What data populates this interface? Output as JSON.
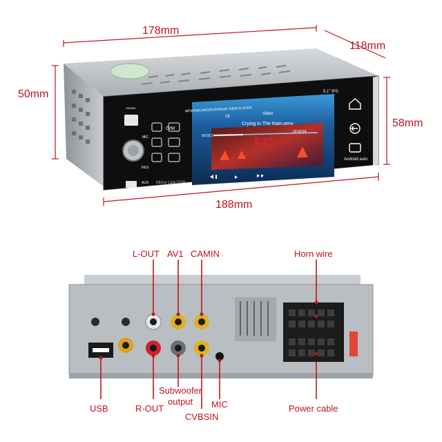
{
  "dimensions": {
    "width_top": "178mm",
    "depth": "118mm",
    "height_left": "50mm",
    "height_right": "58mm",
    "front_width": "188mm"
  },
  "screen": {
    "header": "MP5/FM/CARD/DVR/REAR VIEW PLAYER",
    "size_badge": "5.1\" IPS",
    "tab_video": "Video",
    "track_index": "18",
    "song_title": "Crying In The Rain.wmv",
    "time_elapsed": "00:02:34",
    "time_total": "00:06:54",
    "overlay": "5.1\"",
    "brand": "Android auto"
  },
  "front_panel": {
    "btn_power": "⏻/M",
    "label_mic": "MIC",
    "label_res": "RES",
    "label_aux": "AUX",
    "bottom_text": "Mirror Link  DSP",
    "sd_label": "SDMMC"
  },
  "rear": {
    "labels": {
      "l_out": "L-OUT",
      "av1": "AV1",
      "camin": "CAMIN",
      "horn_wire": "Horn wire",
      "usb": "USB",
      "r_out": "R-OUT",
      "subwoofer_line1": "Subwoofer",
      "subwoofer_line2": "output",
      "cvbsin": "CVBSIN",
      "mic": "MIC",
      "power_cable": "Power cable"
    }
  },
  "colors": {
    "accent": "#c0121e",
    "chassis": "#b9bec3",
    "screen_blue": "#1e6fb8",
    "panel_black": "#111111"
  }
}
